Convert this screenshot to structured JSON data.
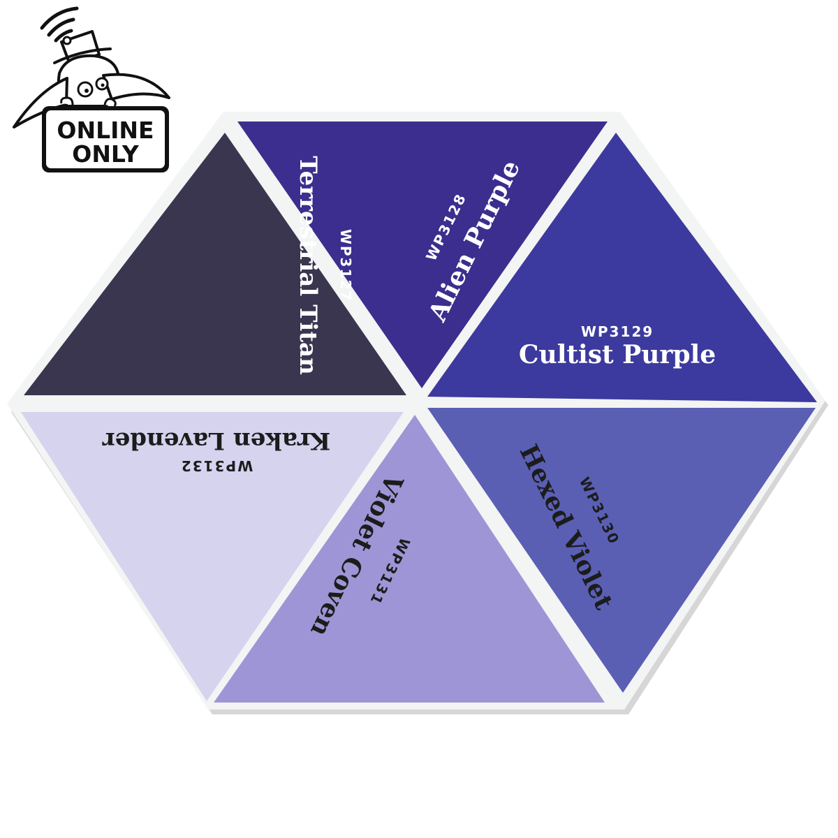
{
  "badge": {
    "line1": "ONLINE",
    "line2": "ONLY",
    "icon": "mascot-peeking-over-sign-icon"
  },
  "swatch_card": {
    "colors": {
      "card_face": "#f3f4f4",
      "card_edge": "#d6d6d6"
    },
    "swatches": [
      {
        "id": "terrestrial-titan",
        "code": "WP3127",
        "name": "Terrestrial Titan",
        "color": "#3a3650",
        "text_color": "#ffffff"
      },
      {
        "id": "alien-purple",
        "code": "WP3128",
        "name": "Alien Purple",
        "color": "#3c2e8e",
        "text_color": "#ffffff"
      },
      {
        "id": "cultist-purple",
        "code": "WP3129",
        "name": "Cultist Purple",
        "color": "#3c3a9e",
        "text_color": "#ffffff"
      },
      {
        "id": "hexed-violet",
        "code": "WP3130",
        "name": "Hexed Violet",
        "color": "#5a5fb4",
        "text_color": "#1c1c1c"
      },
      {
        "id": "violet-coven",
        "code": "WP3131",
        "name": "Violet Coven",
        "color": "#9e95d6",
        "text_color": "#1c1c1c"
      },
      {
        "id": "kraken-lavender",
        "code": "WP3132",
        "name": "Kraken Lavender",
        "color": "#d5d3ee",
        "text_color": "#1c1c1c"
      }
    ]
  }
}
